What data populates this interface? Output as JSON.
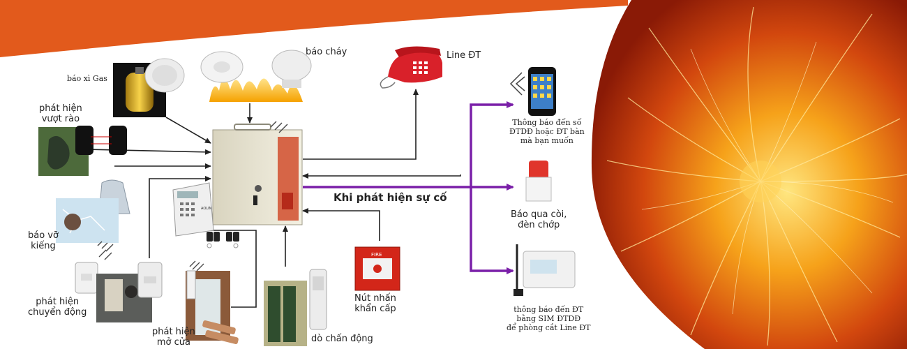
{
  "colors": {
    "banner_orange": "#e25a1c",
    "fire_dark": "#b3200a",
    "fire_mid": "#f07d10",
    "fire_light": "#ffd24a",
    "arrow_black": "#222222",
    "arrow_purple": "#7a1fa8",
    "panel_beige": "#ece9d8"
  },
  "labels": {
    "gas": "báo xì Gas",
    "fire_alarm": "báo cháy",
    "fence_detect": "phát hiện\nvượt rào",
    "glass_break": "báo vỡ\nkiếng",
    "motion_detect": "phát hiện\nchuyển động",
    "door_detect": "phát hiện\nmở cửa",
    "vibration_detect": "dò chấn động",
    "phone_line": "Line ĐT",
    "emergency_button": "Nút nhấn\nkhẩn cấp",
    "incident_detected": "Khi phát hiện sự cố",
    "notify_mobile": "Thông báo đến số\nĐTDĐ hoặc ĐT bàn\nmà bạn muốn",
    "siren_strobe": "Báo qua còi,\nđèn chớp",
    "notify_sim": "thông báo đến ĐT\nbằng SIM ĐTDĐ\nđể phòng cắt Line ĐT"
  },
  "device_text": {
    "keypad_brand": "AOLIN",
    "fire_box": "FIRE"
  },
  "icons": {
    "gas": "gas-cylinder-icon",
    "smoke": "smoke-detector-icon",
    "phone": "desk-phone-icon",
    "mobile": "mobile-phone-icon",
    "siren": "siren-icon",
    "gsm": "gsm-module-icon"
  }
}
